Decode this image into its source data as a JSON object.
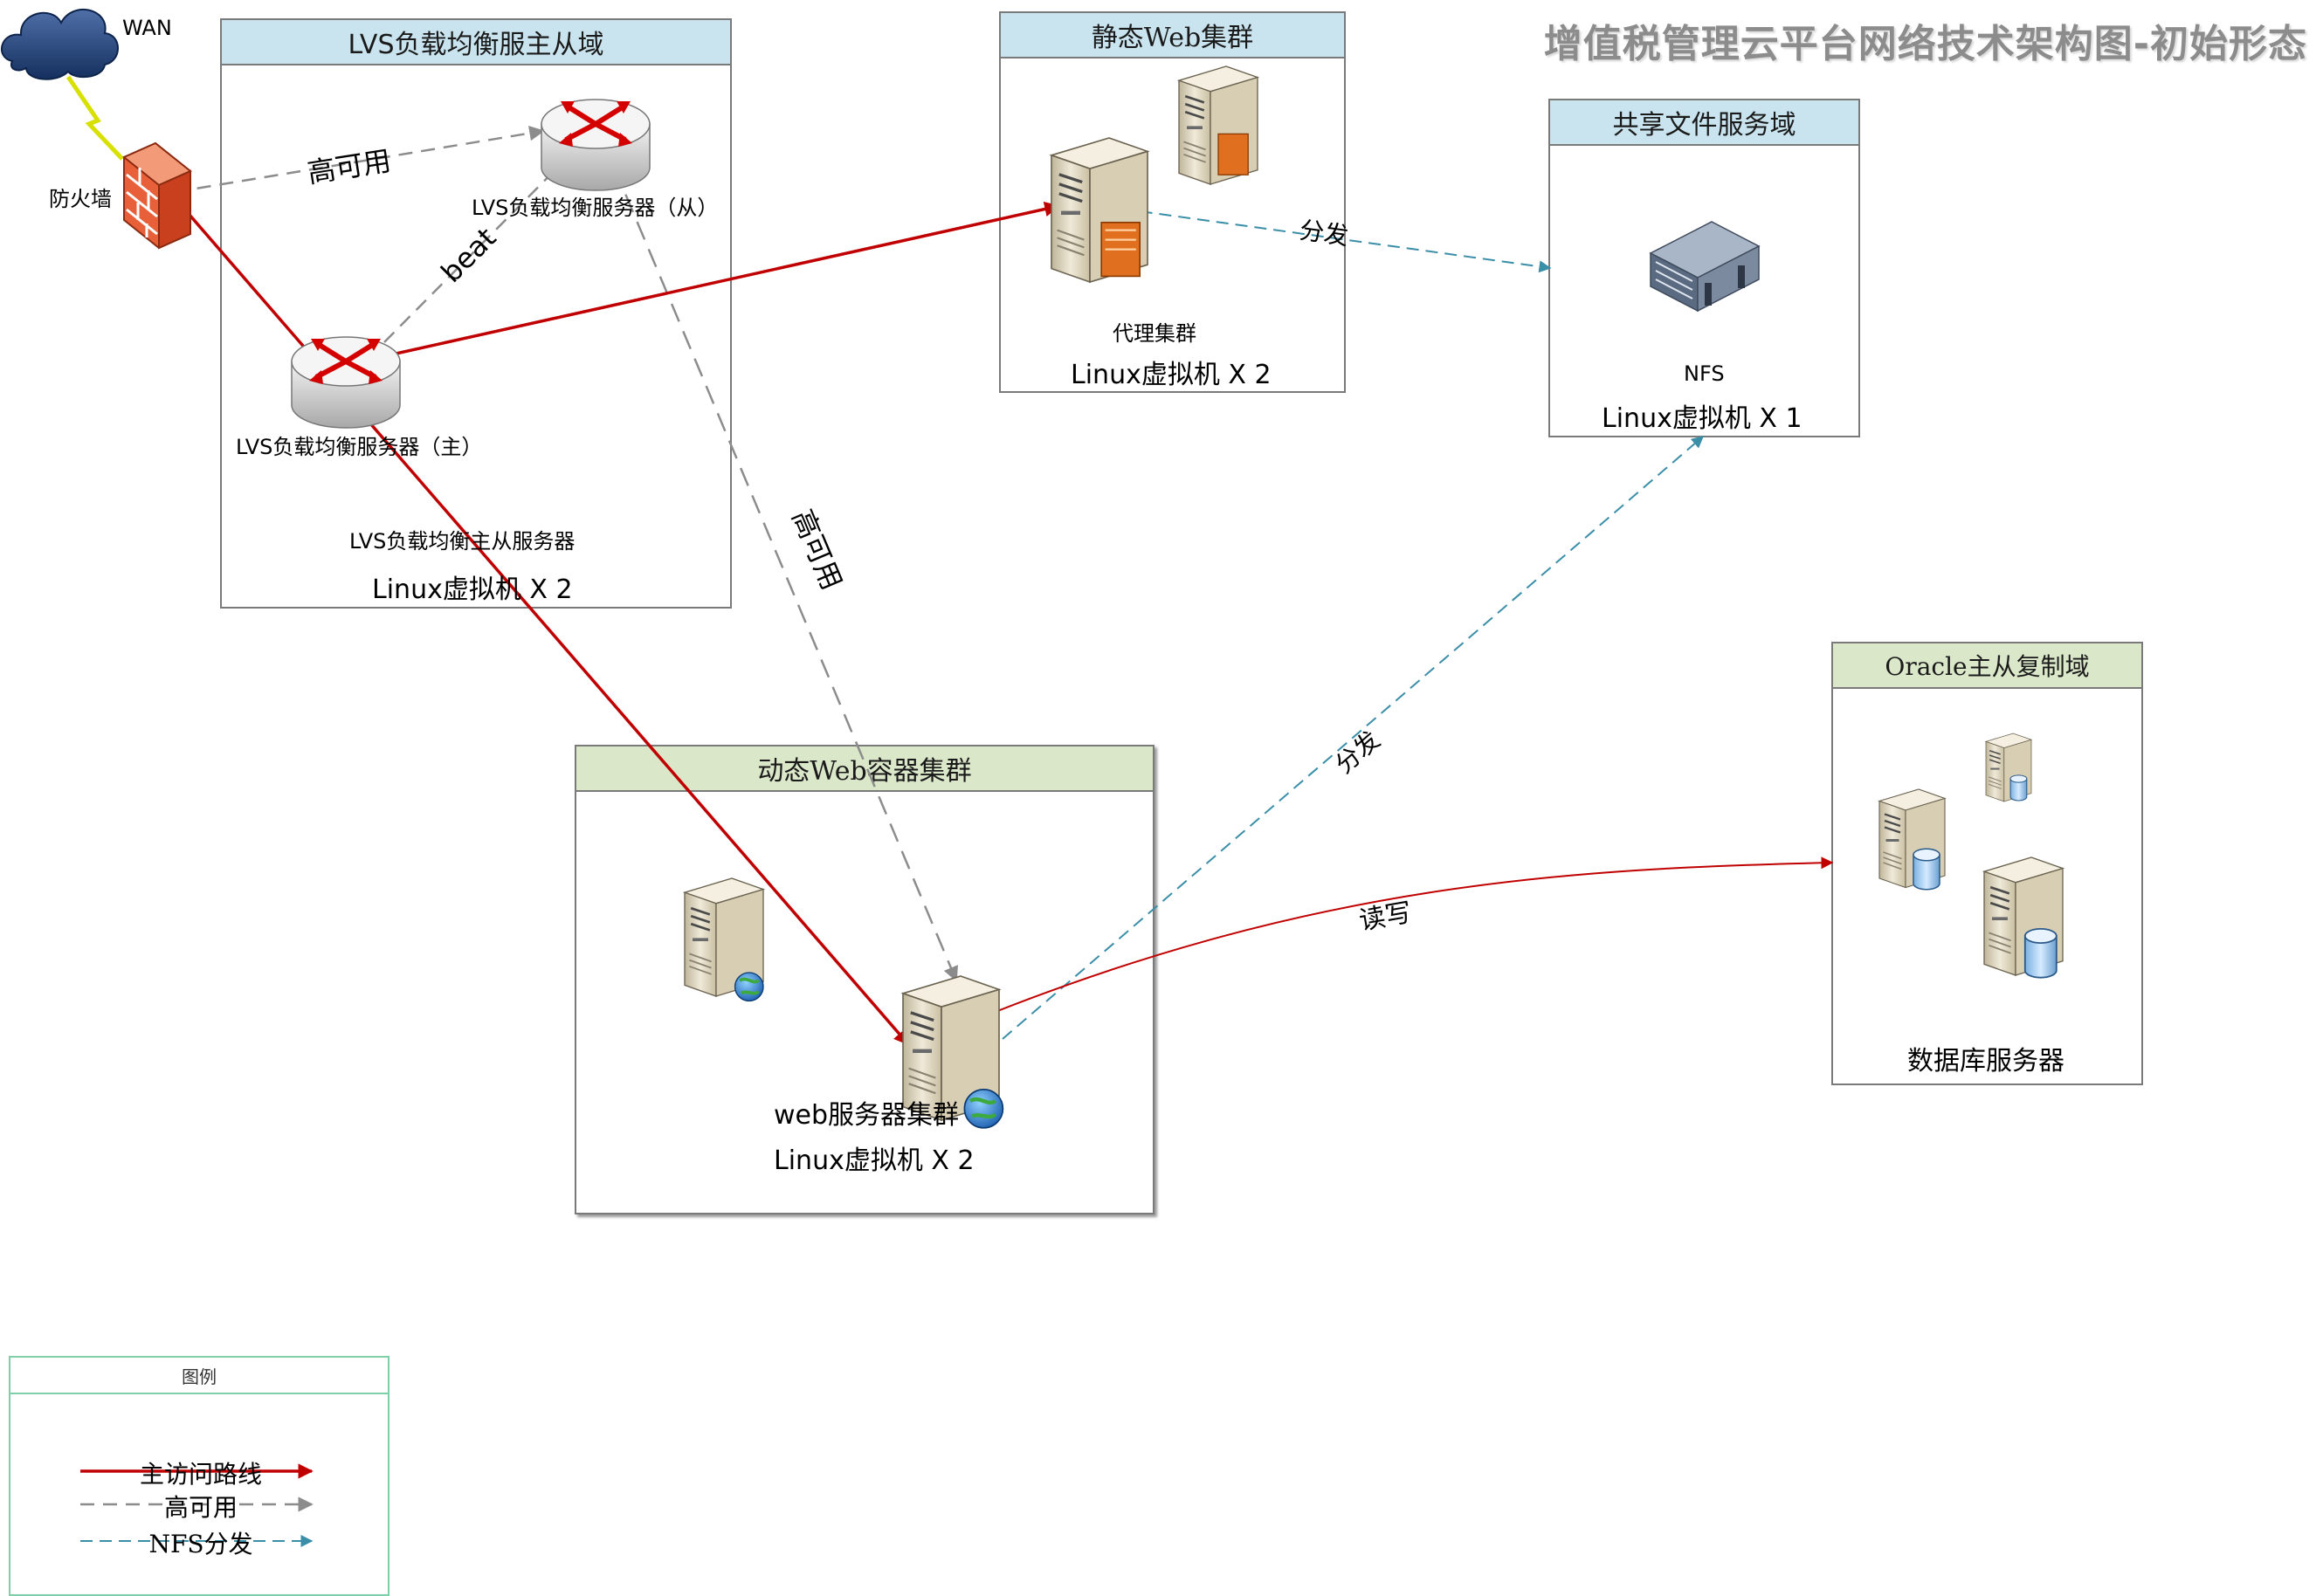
{
  "title": "增值税管理云平台网络技术架构图-初始形态",
  "wan": {
    "label": "WAN",
    "icon": "cloud-icon"
  },
  "firewall": {
    "label": "防火墙",
    "icon": "firewall-icon"
  },
  "lvs_domain": {
    "header": "LVS负载均衡服主从域",
    "slave_label": "LVS负载均衡服务器（从）",
    "master_label": "LVS负载均衡服务器（主）",
    "caption": "LVS负载均衡主从服务器",
    "vm": "Linux虚拟机 X 2",
    "icon": "router-icon"
  },
  "static_web": {
    "header": "静态Web集群",
    "caption": "代理集群",
    "vm": "Linux虚拟机 X 2",
    "icon": "server-icon"
  },
  "file_domain": {
    "header": "共享文件服务域",
    "caption": "NFS",
    "vm": "Linux虚拟机 X 1",
    "icon": "rack-server-icon"
  },
  "dynamic_web": {
    "header": "动态Web容器集群",
    "caption": "web服务器集群",
    "vm": "Linux虚拟机 X 2",
    "icon": "web-server-icon"
  },
  "oracle_domain": {
    "header": "Oracle主从复制域",
    "caption": "数据库服务器",
    "icon": "database-server-icon"
  },
  "edge_labels": {
    "ha": "高可用",
    "beat": "beat",
    "ha_vertical": "高可用",
    "distribute_top": "分发",
    "distribute_mid": "分发",
    "readwrite": "读写"
  },
  "legend": {
    "title": "图例",
    "items": [
      {
        "label": "主访问路线",
        "color": "#c00000"
      },
      {
        "label": "高可用",
        "color": "#8c8c8c"
      },
      {
        "label": "NFS分发",
        "color": "#3a8ea8"
      }
    ]
  }
}
